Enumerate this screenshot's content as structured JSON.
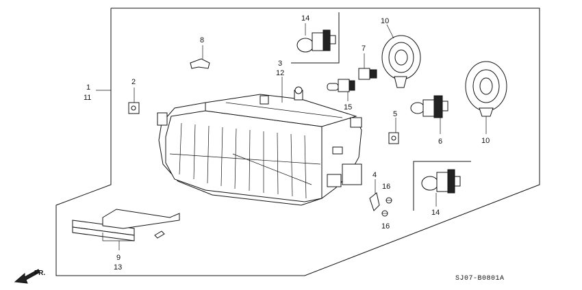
{
  "labels": {
    "l1": "1",
    "l11": "11",
    "l2": "2",
    "l3": "3",
    "l12": "12",
    "l4": "4",
    "l5": "5",
    "l6": "6",
    "l7": "7",
    "l8": "8",
    "l9": "9",
    "l13": "13",
    "l10a": "10",
    "l10b": "10",
    "l14a": "14",
    "l14b": "14",
    "l15": "15",
    "l16a": "16",
    "l16b": "16"
  },
  "direction_marker": "FR.",
  "diagram_code": "SJ07-B0801A"
}
